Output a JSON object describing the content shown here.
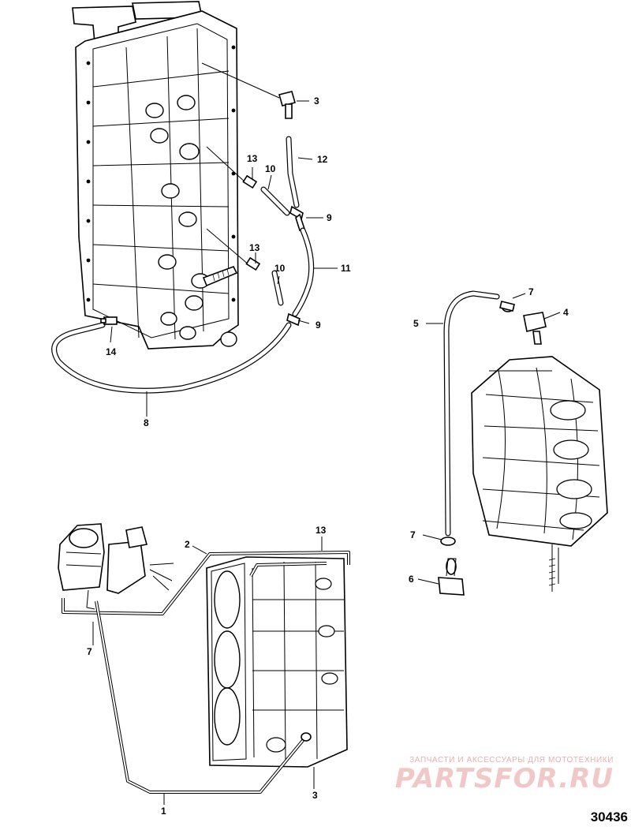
{
  "callouts": {
    "c1": "1",
    "c2": "2",
    "c3_top": "3",
    "c3_bottom": "3",
    "c4": "4",
    "c5": "5",
    "c6": "6",
    "c7_upper": "7",
    "c7_middle": "7",
    "c7_lower": "7",
    "c8": "8",
    "c9_upper": "9",
    "c9_lower": "9",
    "c10_upper": "10",
    "c10_lower": "10",
    "c11": "11",
    "c12": "12",
    "c13_upper": "13",
    "c13_lower": "13",
    "c13_bottom": "13",
    "c14": "14"
  },
  "watermark": {
    "caption": "ЗАПЧАСТИ И АКСЕССУАРЫ ДЛЯ МОТОТЕХНИКИ",
    "logo": "PARTSFOR.RU"
  },
  "reference_number": "30436",
  "colors": {
    "line": "#000000",
    "background": "#ffffff",
    "watermark": "#f0c8c8"
  }
}
